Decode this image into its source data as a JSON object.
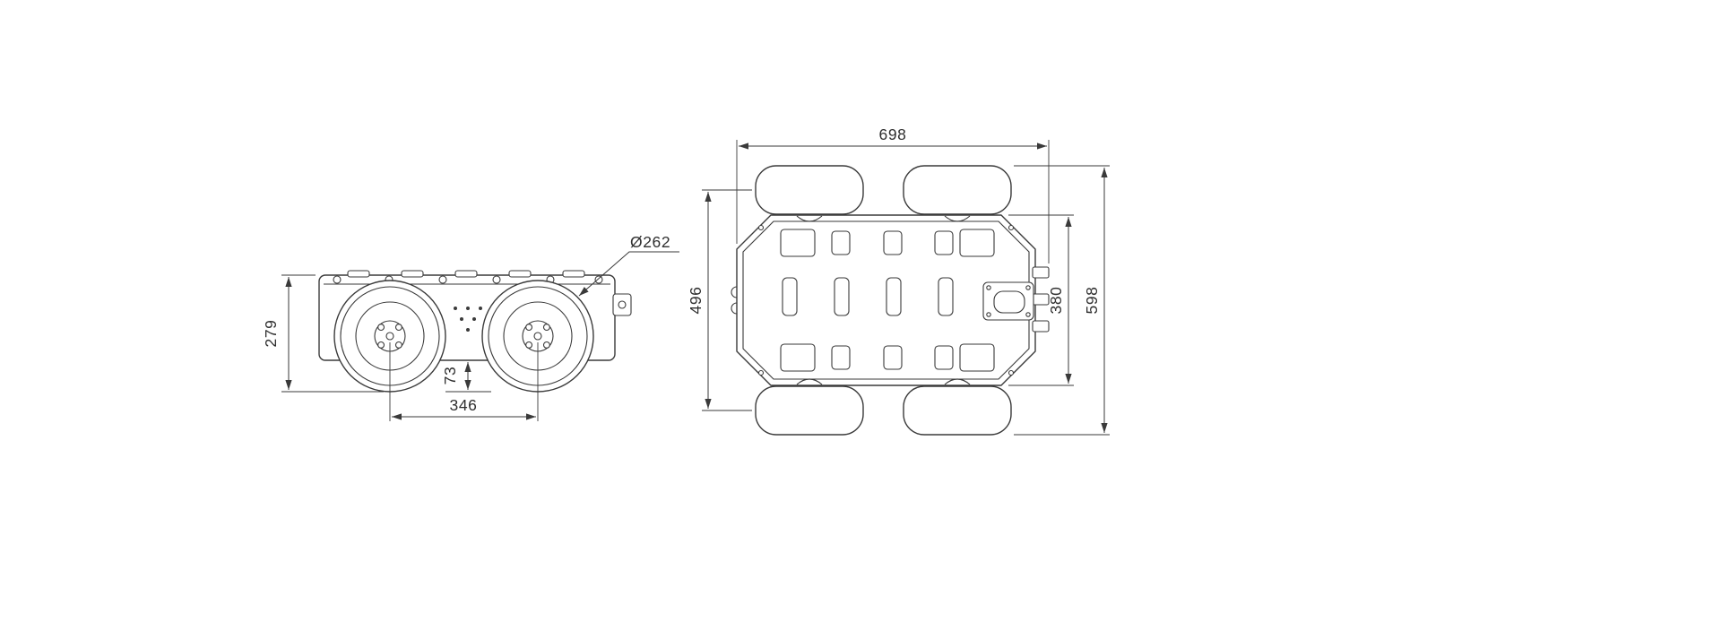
{
  "style": {
    "background": "#ffffff",
    "line_color": "#3a3a3a",
    "text_color": "#2f2f2f"
  },
  "side_view": {
    "dims": {
      "overall_height": "279",
      "ground_clearance": "73",
      "wheelbase": "346",
      "wheel_diameter": "Ø262"
    }
  },
  "top_view": {
    "dims": {
      "overall_length": "698",
      "track_width": "496",
      "body_width": "380",
      "overall_width": "598"
    }
  }
}
